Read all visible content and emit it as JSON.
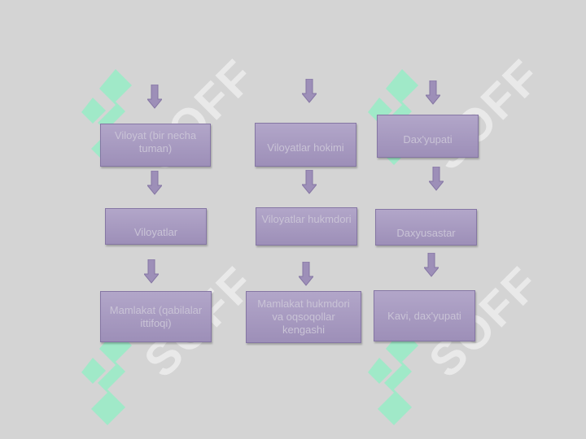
{
  "watermark": {
    "text": "SOFF",
    "color": "#6fe3b0"
  },
  "colors": {
    "box_fill": "#a799c1",
    "box_border": "#8576a4",
    "arrow": "#9d8fb8",
    "background": "#d4d4d4"
  },
  "columns": [
    {
      "boxes": [
        "Viloyat (bir necha tuman)",
        "Viloyatlar",
        "Mamlakat (qabilalar ittifoqi)"
      ]
    },
    {
      "boxes": [
        "Viloyatlar hokimi",
        "Viloyatlar hukmdori",
        "Mamlakat hukmdori va oqsoqollar kengashi"
      ]
    },
    {
      "boxes": [
        "Dax'yupati",
        "Daxyusastar",
        "Kavi, dax'yupati"
      ]
    }
  ]
}
